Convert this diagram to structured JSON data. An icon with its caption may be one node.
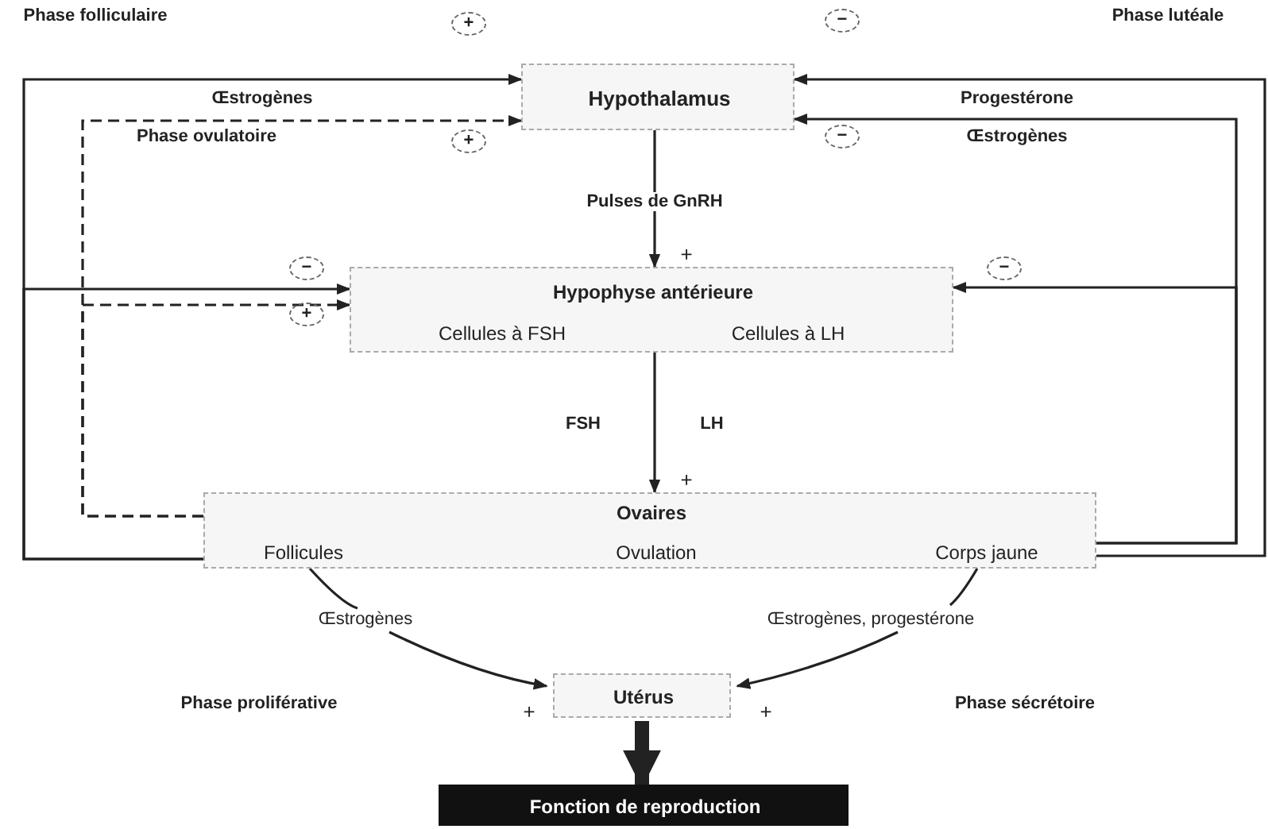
{
  "diagram": {
    "nodes": [
      {
        "text": [
          "Hypothalamus"
        ]
      },
      {
        "text": [
          "Hypophyse antérieure",
          "Cellules à FSH",
          "Cellules à LH"
        ]
      },
      {
        "text": [
          "Ovaires",
          "Follicules",
          "Ovulation",
          "Corps jaune"
        ]
      },
      {
        "text": [
          "Utérus"
        ]
      },
      {
        "text": [
          "Fonction de reproduction"
        ]
      }
    ],
    "edges": [
      {
        "from": 2,
        "to": 0,
        "arrow": "to",
        "label": "Œstrogènes"
      },
      {
        "from": 2,
        "to": 1,
        "arrow": "to"
      },
      {
        "from": 2,
        "to": 0,
        "arrow": "to",
        "style": "dashed"
      },
      {
        "from": 2,
        "to": 1,
        "arrow": "to",
        "style": "dashed"
      },
      {
        "from": 2,
        "to": 0,
        "arrow": "to",
        "label": "Progestérone"
      },
      {
        "from": 2,
        "to": 0,
        "arrow": "to",
        "label": "Œstrogènes"
      },
      {
        "from": 2,
        "to": 1,
        "arrow": "to"
      },
      {
        "from": 0,
        "to": 1,
        "arrow": "to",
        "label": "Pulses de GnRH"
      },
      {
        "from": 1,
        "to": 2,
        "arrow": "to",
        "label": "FSH"
      },
      {
        "from": 2,
        "to": 3,
        "arrow": "to",
        "label": "Œstrogènes"
      },
      {
        "from": 2,
        "to": 3,
        "arrow": "to",
        "label": "Œstrogènes, progestérone"
      },
      {
        "from": 3,
        "to": 4,
        "arrow": "to",
        "style": "thick"
      }
    ],
    "labels": [
      "Phase folliculaire",
      "Phase lutéale",
      "+",
      "−",
      "Phase ovulatoire",
      "+",
      "−",
      "+",
      "−",
      "−",
      "+",
      "LH",
      "+",
      "Phase proliférative",
      "+",
      "+",
      "Phase sécrétoire"
    ]
  }
}
